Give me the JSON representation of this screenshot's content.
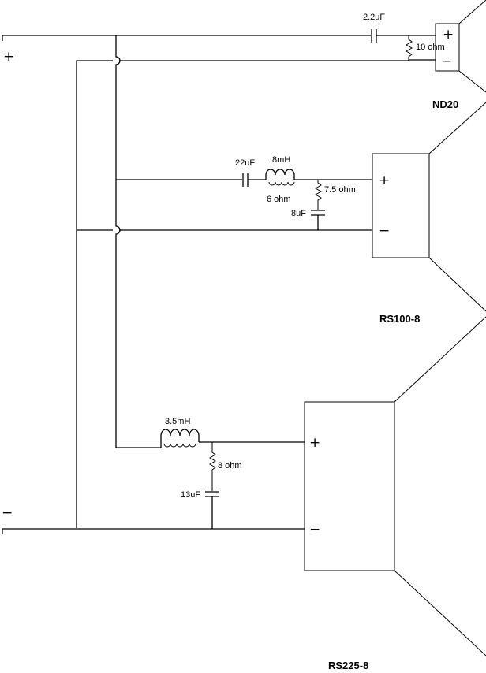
{
  "input": {
    "plus_symbol": "+",
    "minus_symbol": "−"
  },
  "tweeter": {
    "name": "ND20",
    "cap": "2.2uF",
    "res": "10 ohm",
    "plus": "+",
    "minus": "−"
  },
  "mid": {
    "name": "RS100-8",
    "cap_series": "22uF",
    "inductor": ".8mH",
    "inductor_res": "6 ohm",
    "res": "7.5 ohm",
    "cap_shunt": "8uF",
    "plus": "+",
    "minus": "−"
  },
  "woofer": {
    "name": "RS225-8",
    "inductor": "3.5mH",
    "res": "8 ohm",
    "cap": "13uF",
    "plus": "+",
    "minus": "−"
  }
}
